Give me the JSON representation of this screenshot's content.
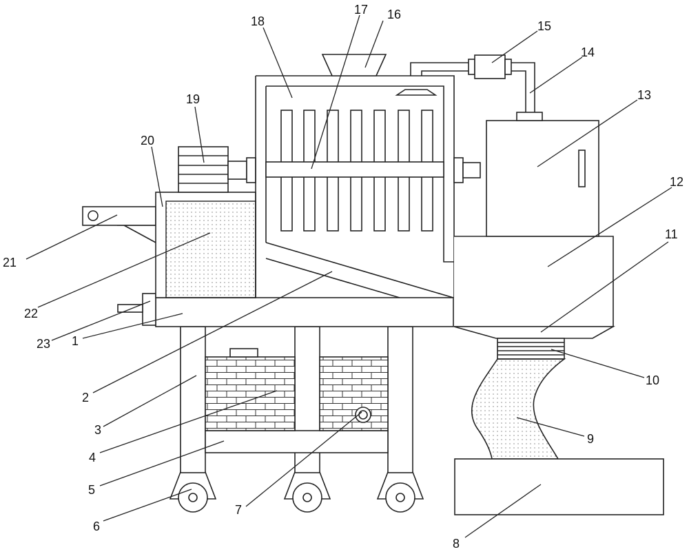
{
  "part_numbers": {
    "n1": "1",
    "n2": "2",
    "n3": "3",
    "n4": "4",
    "n5": "5",
    "n6": "6",
    "n7": "7",
    "n8": "8",
    "n9": "9",
    "n10": "10",
    "n11": "11",
    "n12": "12",
    "n13": "13",
    "n14": "14",
    "n15": "15",
    "n16": "16",
    "n17": "17",
    "n18": "18",
    "n19": "19",
    "n20": "20",
    "n21": "21",
    "n22": "22",
    "n23": "23"
  }
}
